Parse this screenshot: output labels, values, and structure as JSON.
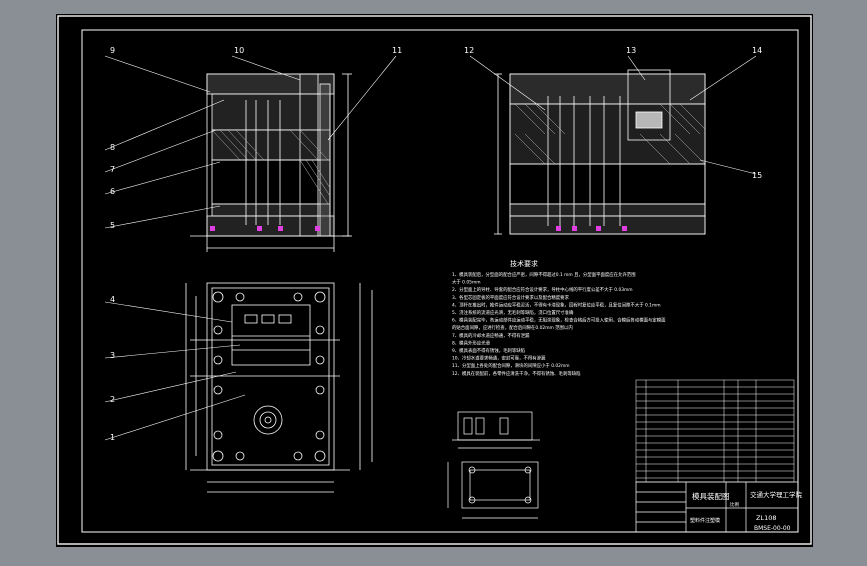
{
  "colors": {
    "viewport_bg": "#8a8f96",
    "sheet_bg": "#000000",
    "line": "#ffffff",
    "hatch": "#cfcfcf",
    "accent": "#e040e0",
    "frame_highlight": "#e8e8e8"
  },
  "callouts": {
    "c9": "9",
    "c10": "10",
    "c11": "11",
    "c8": "8",
    "c7": "7",
    "c6": "6",
    "c5": "5",
    "c4": "4",
    "c3": "3",
    "c2": "2",
    "c1": "1",
    "c12": "12",
    "c13": "13",
    "c14": "14",
    "c15": "15"
  },
  "tech_req": {
    "title": "技术要求",
    "lines": [
      "1、模具装配后，分型面的配合应严密，间隙不得超过0.1 mm 且，分型面平面度应在允许范围",
      "   大于 0.05mm",
      "2、分型面上的导柱、导套的配合应符合设计要求，导柱中心线的平行度公差不大于 0.03mm",
      "3、各型芯固定板的平面度应符合设计要求以及配合精度要求",
      "4、顶杆在推出时，推件运动应平稳灵活，不得有卡滞现象，回程时复位应平稳，且复位间隙不大于 0.1mm",
      "5、浇注系统的流道应光滑，无毛刺等缺陷，浇口位置尺寸准确",
      "6、模具装配完毕，各运动部件应运动平稳，无阻滞现象，检查合格后方可投入使用，合模后各动模面与定模面",
      "   的贴合面间隙，应进行检查，配合后间隙在0.02mm 范围以内",
      "7、模具的冷却水道应畅通，不得有泄漏",
      "8、模具外形应光滑",
      "9、模具表面不得有锈蚀，毛刺等缺陷",
      "10、冷却水道要求畅通，密封可靠，不得有渗漏",
      "11、分型面上各处的配合间隙，滑块的间隙应小于 0.02mm",
      "12、模具在装配前，各零件应清洗干净，不得有锈蚀、毛刺等缺陷"
    ]
  },
  "title_block": {
    "drawing_name": "模具装配图",
    "school": "交通大学理工学院",
    "scale_label": "比例",
    "code": "ZL108",
    "part_name": "塑料件注塑模",
    "drawing_no": "BMSE-00-00"
  }
}
